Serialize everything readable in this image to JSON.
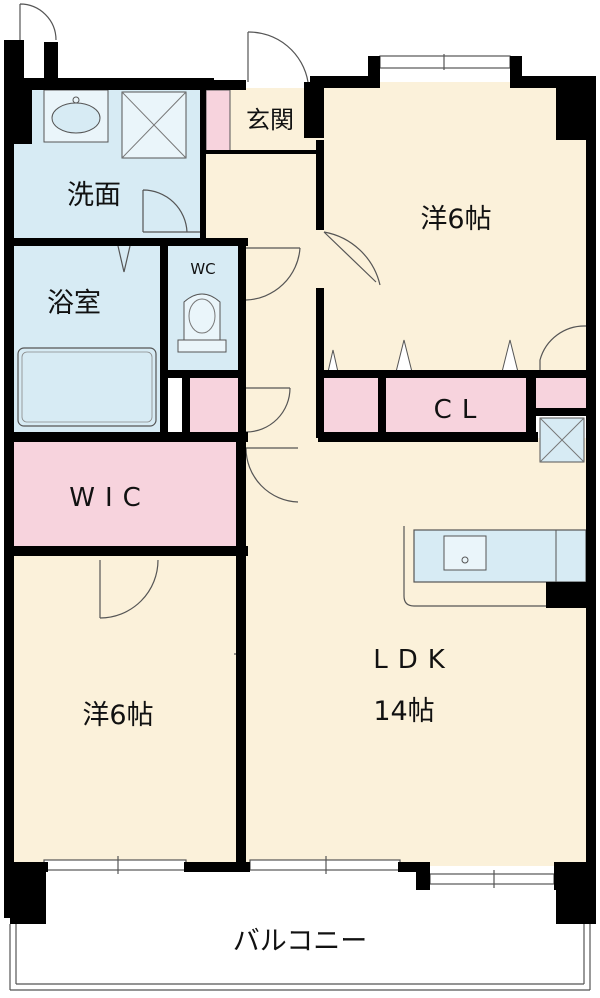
{
  "rooms": {
    "entrance": "玄関",
    "washroom": "洗面",
    "bath": "浴室",
    "wc": "WC",
    "wic": "WIC",
    "bedroom_north": "洋6帖",
    "bedroom_south": "洋6帖",
    "closet": "CL",
    "ldk": "LDK",
    "ldk_size": "14帖",
    "balcony": "バルコニー"
  },
  "colors": {
    "wall": "#000000",
    "beige_floor": "#fbf1da",
    "blue_wet": "#d7ebf4",
    "pink_storage": "#f7d3dd",
    "balcony": "#ffffff"
  }
}
